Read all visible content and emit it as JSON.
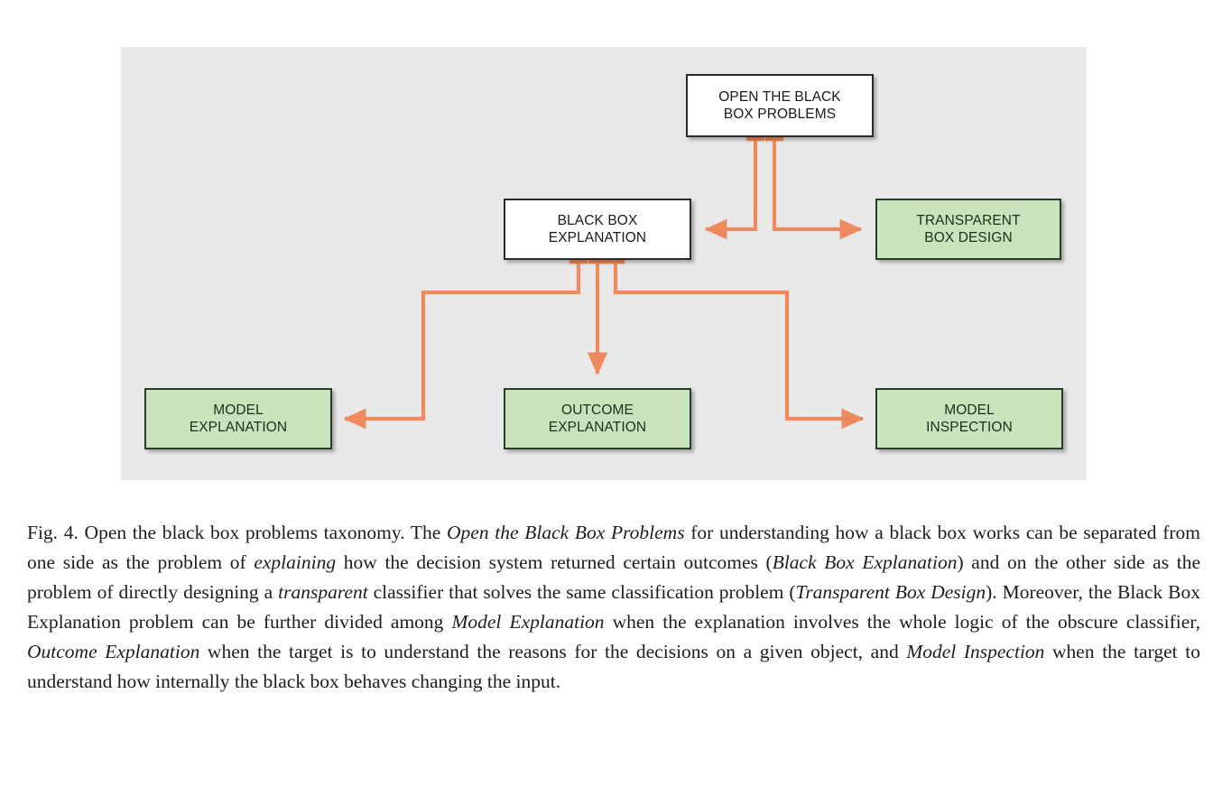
{
  "figure": {
    "panel_background": "#e9e9e9",
    "arrow_color": "#ef8a5f",
    "green_fill": "#c9e3bc",
    "green_border": "#273d27",
    "white_fill": "#ffffff",
    "box_border": "#2a2a2a",
    "nodes": [
      {
        "id": "open-black-box",
        "line1": "OPEN THE BLACK",
        "line2": "BOX PROBLEMS",
        "style": "white"
      },
      {
        "id": "black-box-explanation",
        "line1": "BLACK BOX",
        "line2": "EXPLANATION",
        "style": "white"
      },
      {
        "id": "transparent-box-design",
        "line1": "TRANSPARENT",
        "line2": "BOX DESIGN",
        "style": "green"
      },
      {
        "id": "model-explanation",
        "line1": "MODEL",
        "line2": "EXPLANATION",
        "style": "green"
      },
      {
        "id": "outcome-explanation",
        "line1": "OUTCOME",
        "line2": "EXPLANATION",
        "style": "green"
      },
      {
        "id": "model-inspection",
        "line1": "MODEL",
        "line2": "INSPECTION",
        "style": "green"
      }
    ]
  },
  "caption": {
    "label": "Fig. 4.",
    "part1": " Open the black box problems taxonomy. The ",
    "em1": "Open the Black Box Problems",
    "part2": " for understanding how a black box works can be separated from one side as the problem of ",
    "em2": "explaining",
    "part3": " how the decision system returned certain outcomes (",
    "em3": "Black Box Explanation",
    "part4": ") and on the other side as the problem of directly designing a ",
    "em4": "transparent",
    "part5": " classifier that solves the same classification problem (",
    "em5": "Transparent Box Design",
    "part6": "). Moreover, the Black Box Explanation problem can be further divided among ",
    "em6": "Model Explanation",
    "part7": " when the explanation involves the whole logic of the obscure classifier, ",
    "em7": "Outcome Explanation",
    "part8": " when the target is to understand the reasons for the decisions on a given object, and ",
    "em8": "Model Inspection",
    "part9": " when the target to understand how internally the black box behaves changing the input."
  },
  "chart_data": {
    "type": "diagram",
    "title": "Open the black box problems taxonomy",
    "nodes": [
      "OPEN THE BLACK BOX PROBLEMS",
      "BLACK BOX EXPLANATION",
      "TRANSPARENT BOX DESIGN",
      "MODEL EXPLANATION",
      "OUTCOME EXPLANATION",
      "MODEL INSPECTION"
    ],
    "edges": [
      {
        "from": "OPEN THE BLACK BOX PROBLEMS",
        "to": "BLACK BOX EXPLANATION"
      },
      {
        "from": "OPEN THE BLACK BOX PROBLEMS",
        "to": "TRANSPARENT BOX DESIGN"
      },
      {
        "from": "BLACK BOX EXPLANATION",
        "to": "MODEL EXPLANATION"
      },
      {
        "from": "BLACK BOX EXPLANATION",
        "to": "OUTCOME EXPLANATION"
      },
      {
        "from": "BLACK BOX EXPLANATION",
        "to": "MODEL INSPECTION"
      }
    ]
  }
}
